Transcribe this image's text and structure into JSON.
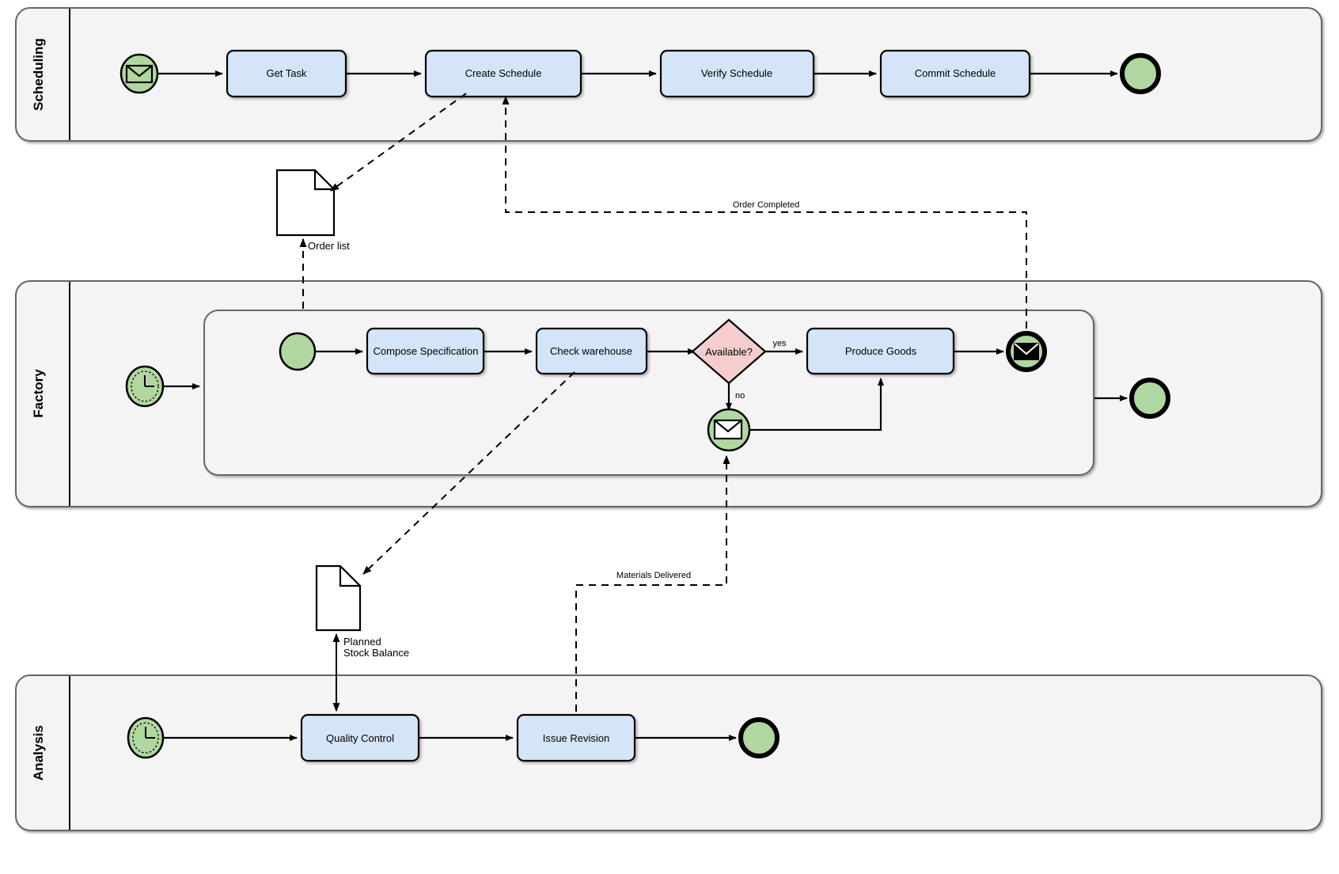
{
  "diagram": {
    "type": "bpmn-collaboration",
    "title": "",
    "colors": {
      "lane_fill": "#f4f4f4",
      "lane_stroke": "#666666",
      "task_fill": "#d4e5f7",
      "task_stroke": "#000000",
      "event_fill": "#b0d7a0",
      "event_stroke": "#000000",
      "gateway_fill": "#f5cdcd",
      "gateway_stroke": "#000000",
      "document_fill": "#ffffff",
      "document_stroke": "#000000",
      "connector": "#000000"
    }
  },
  "lanes": [
    {
      "id": "scheduling",
      "label": "Scheduling"
    },
    {
      "id": "factory",
      "label": "Factory"
    },
    {
      "id": "analysis",
      "label": "Analysis"
    }
  ],
  "scheduling": {
    "start_event": {
      "name": "message-start-event",
      "icon": "envelope-icon"
    },
    "tasks": [
      {
        "id": "get-task",
        "label": "Get Task"
      },
      {
        "id": "create-schedule",
        "label": "Create Schedule"
      },
      {
        "id": "verify-schedule",
        "label": "Verify Schedule"
      },
      {
        "id": "commit-schedule",
        "label": "Commit Schedule"
      }
    ],
    "end_event": {
      "name": "end-event",
      "icon": "none"
    }
  },
  "factory": {
    "start_event": {
      "name": "timer-start-event",
      "icon": "clock-icon"
    },
    "subprocess": {
      "start_event": {
        "name": "subprocess-start-event",
        "icon": "none"
      },
      "tasks": [
        {
          "id": "compose-specification",
          "label": "Compose Specification"
        },
        {
          "id": "check-warehouse",
          "label": "Check warehouse"
        },
        {
          "id": "produce-goods",
          "label": "Produce Goods"
        }
      ],
      "gateway": {
        "id": "available-gateway",
        "label": "Available?"
      },
      "gateway_flows": [
        {
          "id": "yes-flow",
          "label": "yes"
        },
        {
          "id": "no-flow",
          "label": "no"
        }
      ],
      "catch_event": {
        "name": "message-catch-event",
        "icon": "envelope-icon"
      },
      "end_event": {
        "name": "message-end-event",
        "icon": "envelope-icon"
      }
    },
    "end_event": {
      "name": "end-event",
      "icon": "none"
    }
  },
  "analysis": {
    "start_event": {
      "name": "timer-start-event",
      "icon": "clock-icon"
    },
    "tasks": [
      {
        "id": "quality-control",
        "label": "Quality Control"
      },
      {
        "id": "issue-revision",
        "label": "Issue Revision"
      }
    ],
    "end_event": {
      "name": "end-event",
      "icon": "none"
    }
  },
  "data_objects": [
    {
      "id": "order-list",
      "label": "Order list"
    },
    {
      "id": "planned-stock-balance",
      "label_line1": "Planned",
      "label_line2": "Stock Balance"
    }
  ],
  "message_flows": [
    {
      "id": "order-completed",
      "label": "Order Completed"
    },
    {
      "id": "materials-delivered",
      "label": "Materials Delivered"
    }
  ]
}
